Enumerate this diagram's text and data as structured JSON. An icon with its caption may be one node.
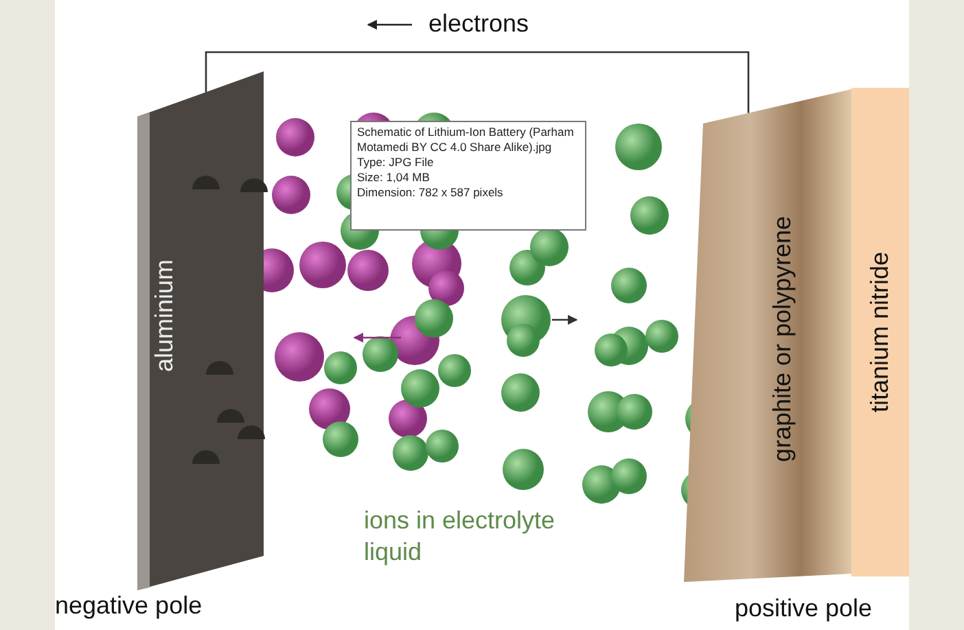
{
  "diagram": {
    "nodes": [
      {
        "text": [
          "aluminium"
        ]
      },
      {
        "text": [
          "graphite or polypyrene"
        ]
      },
      {
        "text": [
          "titanium nitride"
        ]
      },
      {
        "text": [
          "Schematic of Lithium-Ion Battery (Parham Motamedi BY CC 4.0 Share Alike).jpg",
          "Type: JPG File",
          "Size: 1,04 MB",
          "Dimension: 782 x 587 pixels"
        ]
      }
    ],
    "edges": [
      {
        "from": 0,
        "to": 1,
        "arrow": "none"
      }
    ],
    "labels": [
      "electrons",
      "ions in electrolyte liquid",
      "negative pole",
      "positive pole"
    ]
  }
}
